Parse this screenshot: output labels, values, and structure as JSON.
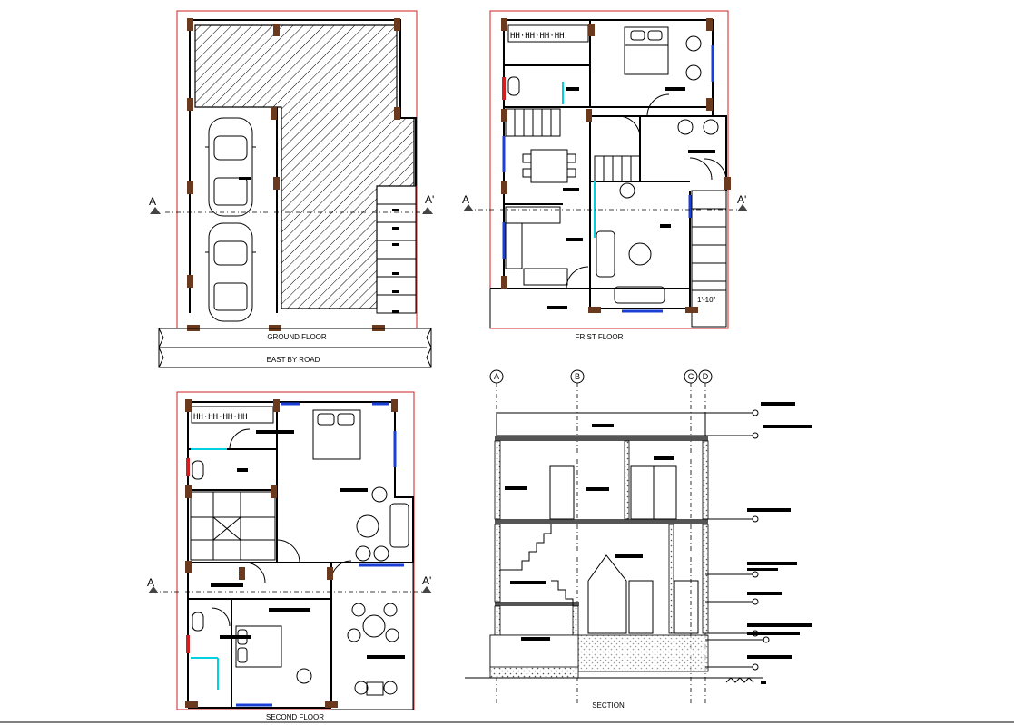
{
  "plans": {
    "ground_floor": {
      "title": "GROUND FLOOR",
      "road_label": "EAST BY ROAD"
    },
    "first_floor": {
      "title": "FRIST FLOOR",
      "dimension_text": "1'-10\""
    },
    "second_floor": {
      "title": "SECOND FLOOR"
    },
    "section": {
      "title": "SECTION",
      "grid_labels": [
        "A",
        "B",
        "C",
        "D"
      ]
    }
  },
  "section_cut": {
    "start_label": "A",
    "end_label": "A'"
  },
  "colors": {
    "border": "#d02020",
    "window": "#1a3fd6",
    "column": "#6b3a1e",
    "water": "#00d0e0",
    "fixture": "#8a2be2"
  }
}
